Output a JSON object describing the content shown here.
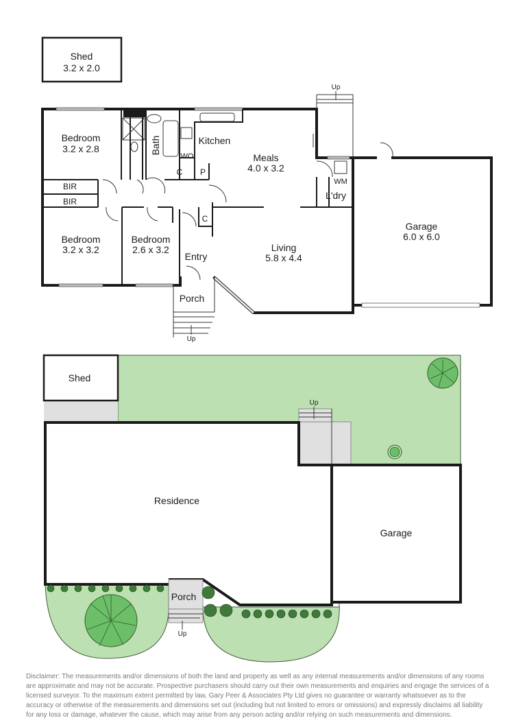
{
  "floor_plan": {
    "shed": {
      "name": "Shed",
      "dims": "3.2 x 2.0"
    },
    "rooms": [
      {
        "name": "Bedroom",
        "dims": "3.2 x 2.8"
      },
      {
        "name": "Bath",
        "dims": ""
      },
      {
        "name": "Kitchen",
        "dims": ""
      },
      {
        "name": "Meals",
        "dims": "4.0 x 3.2"
      },
      {
        "name": "Bedroom",
        "dims": "3.2 x 3.2"
      },
      {
        "name": "Bedroom",
        "dims": "2.6 x 3.2"
      },
      {
        "name": "Entry",
        "dims": ""
      },
      {
        "name": "Living",
        "dims": "5.8 x 4.4"
      },
      {
        "name": "Garage",
        "dims": "6.0 x 6.0"
      },
      {
        "name": "L'dry",
        "dims": ""
      },
      {
        "name": "Porch",
        "dims": ""
      }
    ],
    "fixtures": {
      "wo": "WO",
      "c1": "C",
      "p": "P",
      "c2": "C",
      "wm": "WM",
      "bir1": "BIR",
      "bir2": "BIR"
    },
    "stairs": {
      "rear_up": "Up",
      "front_up": "Up"
    }
  },
  "site_plan": {
    "shed": "Shed",
    "residence": "Residence",
    "garage": "Garage",
    "porch": "Porch",
    "rear_up": "Up",
    "front_up": "Up",
    "colors": {
      "lawn": "#bde0b3",
      "tree": "#6cbf68",
      "paving": "#e0e0e0",
      "walls": "#1a1a1a"
    }
  },
  "disclaimer": "Disclaimer: The measurements and/or dimensions of both the land and property as well as any internal measurements and/or dimensions of any rooms are approximate and may not be accurate. Prospective purchasers should carry out their own measurements and enquiries and engage the services of a licensed surveyor. To the maximum extent permitted by law, Gary Peer & Associates Pty Ltd gives no guarantee or warranty whatsoever as to the accuracy or otherwise of the measurements and dimensions set out (including but not limited to errors or omissions) and expressly disclaims all liability for any loss or damage, whatever the cause, which may arise from any person acting and/or relying on such measurements and dimensions."
}
